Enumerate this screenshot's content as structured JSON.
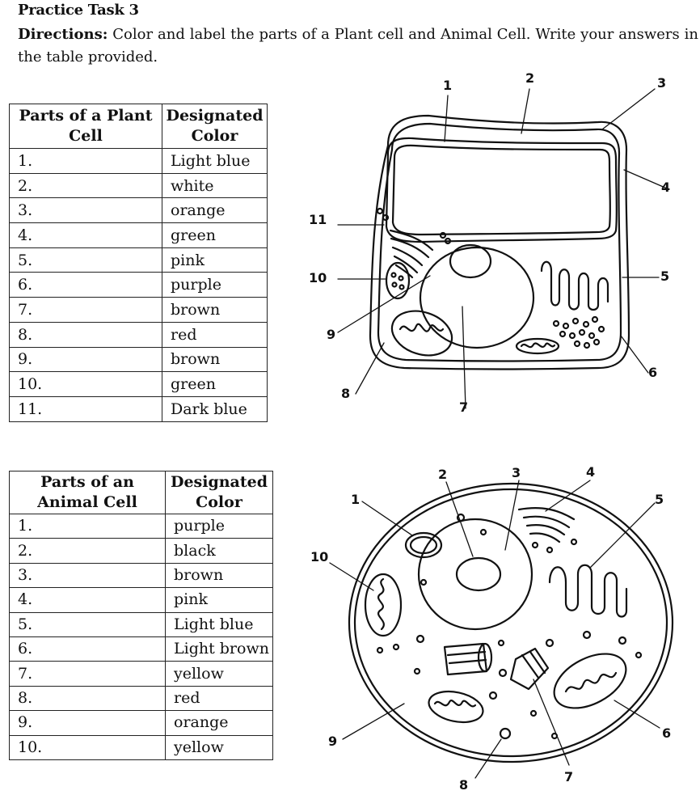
{
  "header": {
    "title": "Practice Task 3",
    "directions_lead": "Directions:",
    "directions_text": " Color and label the parts of a Plant cell and Animal Cell. Write your answers in the table provided."
  },
  "plant_table": {
    "col1": "Parts of a Plant Cell",
    "col2": "Designated Color",
    "rows": [
      {
        "num": "1.",
        "color": "Light blue"
      },
      {
        "num": "2.",
        "color": "white"
      },
      {
        "num": "3.",
        "color": "orange"
      },
      {
        "num": "4.",
        "color": "green"
      },
      {
        "num": "5.",
        "color": "pink"
      },
      {
        "num": "6.",
        "color": "purple"
      },
      {
        "num": "7.",
        "color": "brown"
      },
      {
        "num": "8.",
        "color": "red"
      },
      {
        "num": "9.",
        "color": "brown"
      },
      {
        "num": "10.",
        "color": "green"
      },
      {
        "num": "11.",
        "color": "Dark blue"
      }
    ]
  },
  "animal_table": {
    "col1": "Parts of an Animal Cell",
    "col2": "Designated Color",
    "rows": [
      {
        "num": "1.",
        "color": "purple"
      },
      {
        "num": "2.",
        "color": "black"
      },
      {
        "num": "3.",
        "color": "brown"
      },
      {
        "num": "4.",
        "color": "pink"
      },
      {
        "num": "5.",
        "color": "Light blue"
      },
      {
        "num": "6.",
        "color": "Light brown"
      },
      {
        "num": "7.",
        "color": "yellow"
      },
      {
        "num": "8.",
        "color": "red"
      },
      {
        "num": "9.",
        "color": "orange"
      },
      {
        "num": "10.",
        "color": "yellow"
      }
    ]
  },
  "plant_diagram": {
    "labels": [
      "1",
      "2",
      "3",
      "4",
      "5",
      "6",
      "7",
      "8",
      "9",
      "10",
      "11"
    ]
  },
  "animal_diagram": {
    "labels": [
      "1",
      "2",
      "3",
      "4",
      "5",
      "6",
      "7",
      "8",
      "9",
      "10"
    ]
  }
}
